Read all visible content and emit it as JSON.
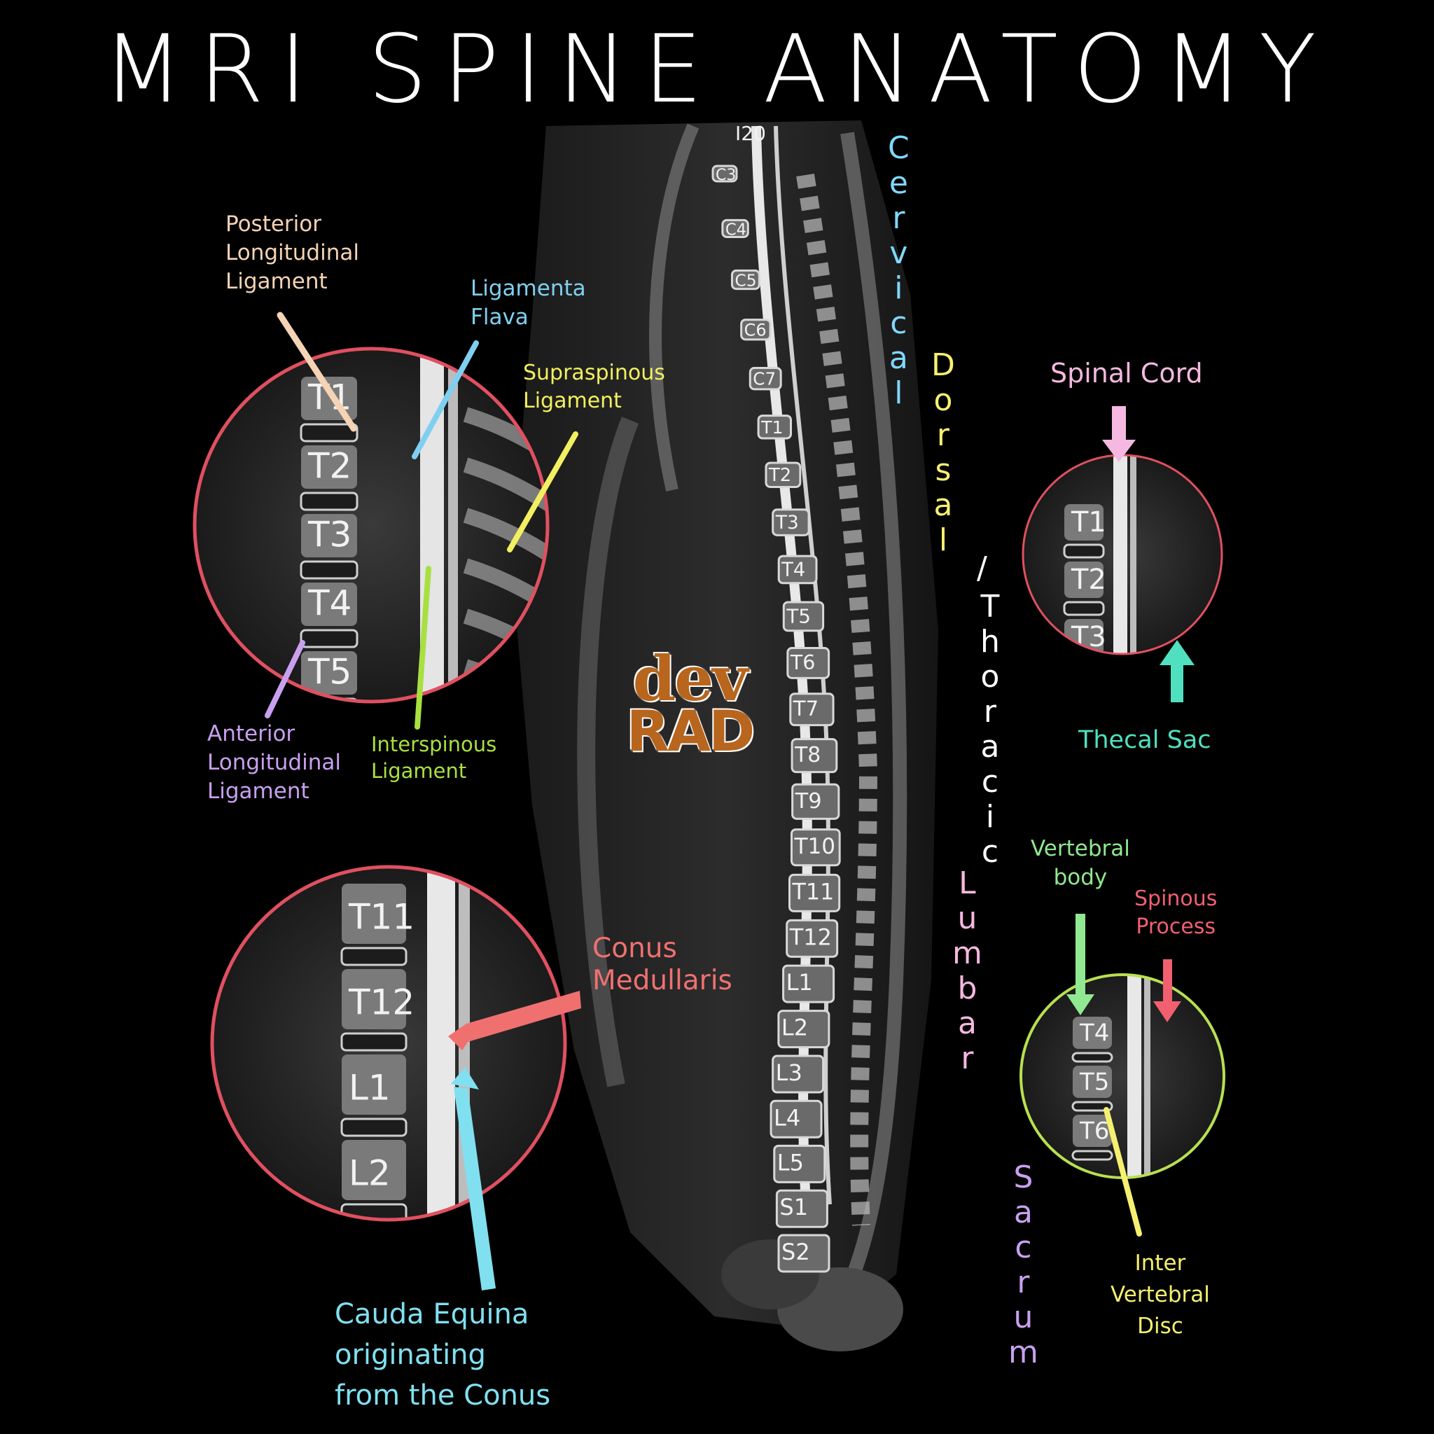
{
  "title": "MRI SPINE ANATOMY",
  "colors": {
    "background": "#000000",
    "circle_red": "#e05060",
    "circle_green": "#b8e050",
    "posterior_longitudinal": "#f5d3b5",
    "ligamenta_flava": "#7fd0f0",
    "supraspinous": "#f2f060",
    "anterior_longitudinal": "#c9a0f0",
    "interspinous": "#a8e040",
    "spinal_cord": "#f5b8e0",
    "thecal_sac": "#50e0c0",
    "conus": "#f07070",
    "cauda": "#80e0f0",
    "vertebral_body": "#90e890",
    "spinous_process": "#f06070",
    "disc": "#f5f070",
    "cervical": "#7fd8ff",
    "dorsal": "#f8f070",
    "thoracic": "#ffffff",
    "lumbar": "#f5b8e0",
    "sacrum": "#c9a0f0"
  },
  "main_scan": {
    "top_label": "I20",
    "vertebrae": [
      "C3",
      "C4",
      "C5",
      "C6",
      "C7",
      "T1",
      "T2",
      "T3",
      "T4",
      "T5",
      "T6",
      "T7",
      "T8",
      "T9",
      "T10",
      "T11",
      "T12",
      "L1",
      "L2",
      "L3",
      "L4",
      "L5",
      "S1",
      "S2"
    ]
  },
  "region_words": {
    "cervical": "Cervical",
    "dorsal": "Dorsal",
    "slash1": "/",
    "thoracic": "Thoracic",
    "lumbar": "Lumbar",
    "sacrum": "Sacrum"
  },
  "zoom_upper_left": {
    "vertebrae": [
      "T1",
      "T2",
      "T3",
      "T4",
      "T5"
    ]
  },
  "zoom_lower_left": {
    "vertebrae": [
      "T11",
      "T12",
      "L1",
      "L2"
    ]
  },
  "zoom_upper_right": {
    "vertebrae": [
      "T1",
      "T2",
      "T3"
    ]
  },
  "zoom_lower_right": {
    "vertebrae": [
      "T4",
      "T5",
      "T6"
    ]
  },
  "labels": {
    "posterior_longitudinal": [
      "Posterior",
      "Longitudinal",
      "Ligament"
    ],
    "ligamenta_flava": [
      "Ligamenta",
      "Flava"
    ],
    "supraspinous": [
      "Supraspinous",
      "Ligament"
    ],
    "anterior_longitudinal": [
      "Anterior",
      "Longitudinal",
      "Ligament"
    ],
    "interspinous": [
      "Interspinous",
      "Ligament"
    ],
    "conus": [
      "Conus",
      "Medullaris"
    ],
    "cauda": [
      "Cauda Equina",
      "originating",
      "from the Conus"
    ],
    "spinal_cord": "Spinal Cord",
    "thecal_sac": "Thecal Sac",
    "vertebral_body": [
      "Vertebral",
      "body"
    ],
    "spinous_process": [
      "Spinous",
      "Process"
    ],
    "disc": [
      "Inter",
      "Vertebral",
      "Disc"
    ]
  },
  "logo": {
    "line1": "dev",
    "line2": "RAD"
  }
}
